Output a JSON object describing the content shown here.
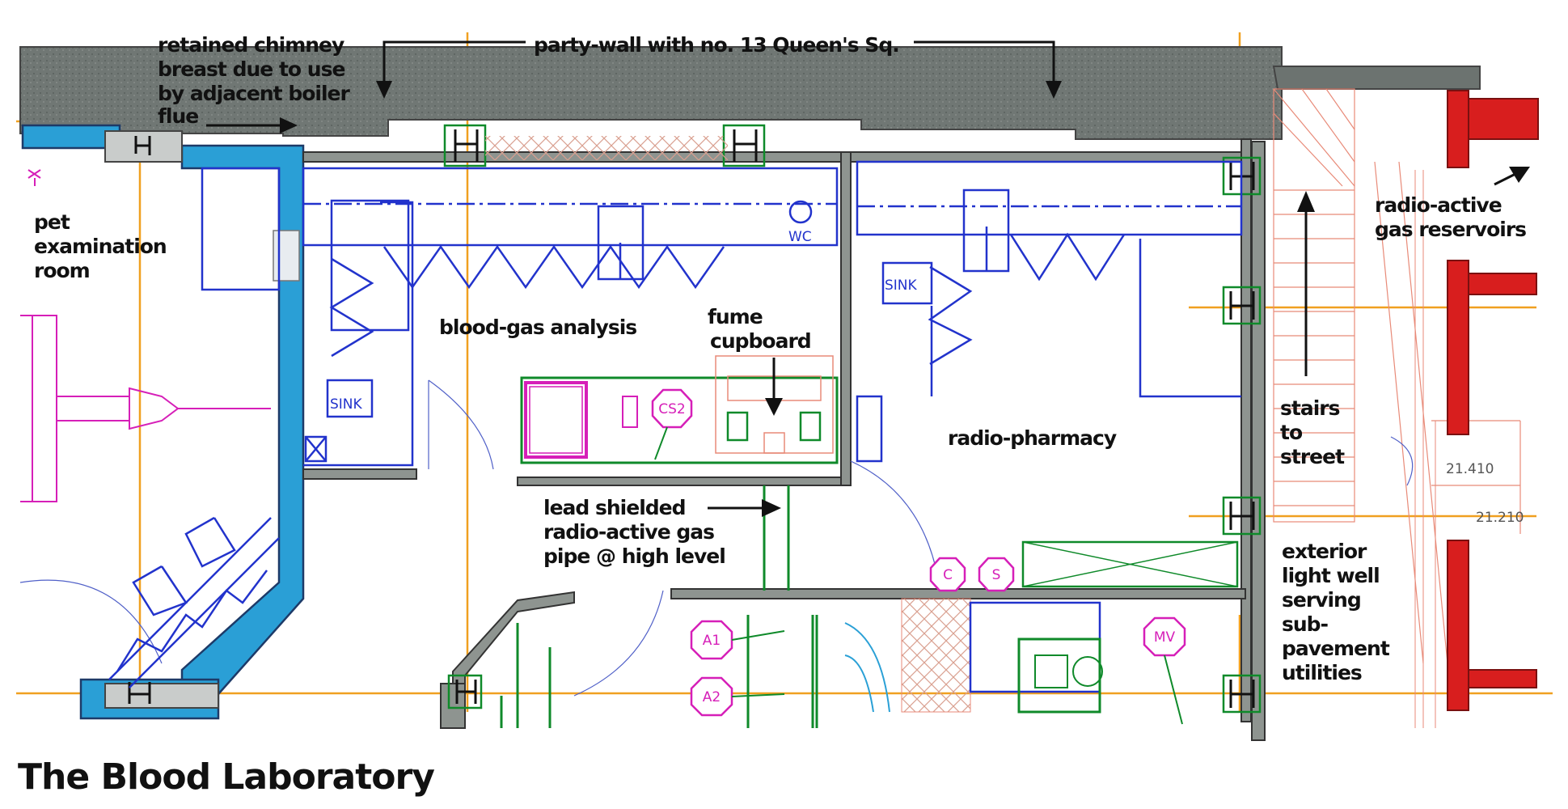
{
  "title": "The Blood Laboratory",
  "labels": {
    "chimney": [
      "retained chimney",
      "breast due to use",
      "by adjacent boiler",
      "flue"
    ],
    "party_wall": "party-wall with no. 13 Queen's Sq.",
    "pet_room": [
      "pet",
      "examination",
      "room"
    ],
    "blood_gas": "blood-gas analysis",
    "fume": [
      "fume",
      "cupboard"
    ],
    "wc": "WC",
    "sink_left": "SINK",
    "sink_right": "SINK",
    "radio_pharmacy": "radio-pharmacy",
    "gas_reservoirs": [
      "radio-active",
      "gas reservoirs"
    ],
    "stairs": [
      "stairs",
      "to",
      "street"
    ],
    "lead_pipe": [
      "lead shielded",
      "radio-active gas",
      "pipe @ high level"
    ],
    "light_well": [
      "exterior",
      "light well",
      "serving",
      "sub-",
      "pavement",
      "utilities"
    ],
    "level_1": "21.410",
    "level_2": "21.210"
  },
  "tags": {
    "cs2": "CS2",
    "c": "C",
    "s": "S",
    "a1": "A1",
    "a2": "A2",
    "mv": "MV"
  },
  "colors": {
    "wall_grey": "#7f8580",
    "party_wall": "#6c7370",
    "insulated_wall": "#2a9fd6",
    "fixtures_blue": "#2233cc",
    "services_green": "#0f8a2a",
    "grid_orange": "#f0a020",
    "brick_red": "#d81e1e",
    "gas_magenta": "#d61fb8",
    "stairs_salmon": "#e88a78"
  }
}
